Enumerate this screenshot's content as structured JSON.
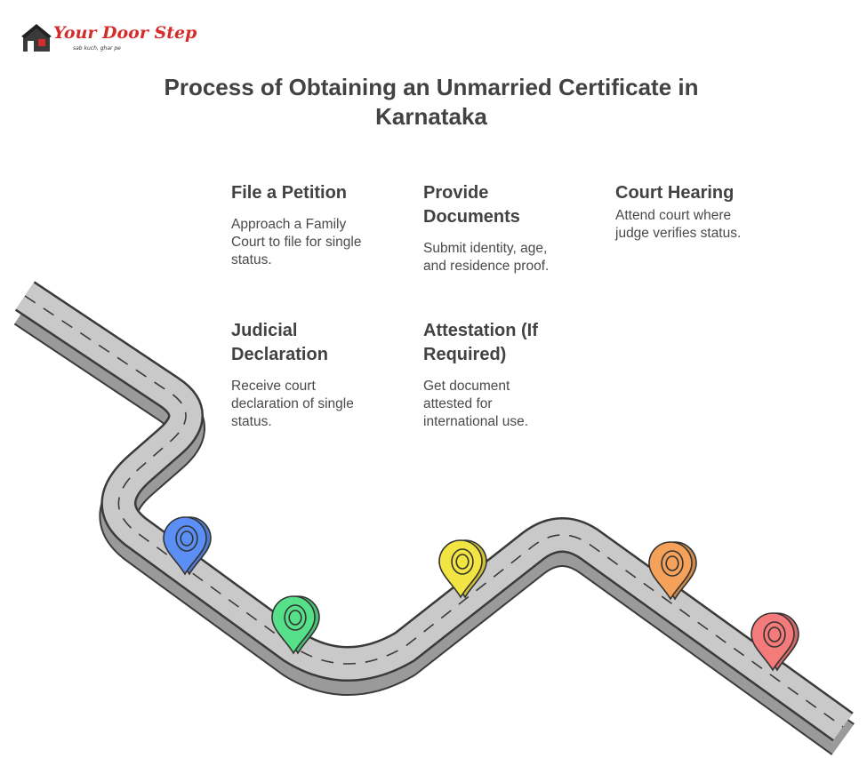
{
  "logo": {
    "brand": "Your Door Step",
    "tagline": "sab kuch, ghar pe",
    "brand_color": "#d42b2b"
  },
  "title": "Process of Obtaining an Unmarried Certificate in Karnataka",
  "steps": [
    {
      "title": "File a Petition",
      "description": "Approach a Family Court to file for single status.",
      "color": "#5b8ff5"
    },
    {
      "title": "Provide Documents",
      "description": "Submit identity, age, and residence proof.",
      "color": "#f2e442"
    },
    {
      "title": "Court Hearing",
      "description": "Attend court where judge verifies status.",
      "color": "#f5a15a"
    },
    {
      "title": "Judicial Declaration",
      "description": "Receive court declaration of single status.",
      "color": "#56e08a"
    },
    {
      "title": "Attestation (If Required)",
      "description": "Get document attested for international use.",
      "color": "#f57a7a"
    }
  ],
  "road_colors": {
    "surface": "#c9c9c9",
    "edge": "#3a3a3a",
    "side": "#9a9a9a"
  }
}
